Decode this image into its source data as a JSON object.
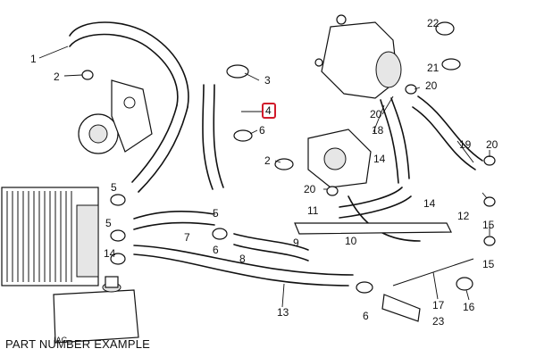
{
  "caption": "PART NUMBER EXAMPLE",
  "small_mark": "IAG",
  "highlight_color": "#d11a2a",
  "highlighted_callout": "4",
  "callouts": [
    {
      "id": "c1",
      "label": "1"
    },
    {
      "id": "c2a",
      "label": "2"
    },
    {
      "id": "c2b",
      "label": "2"
    },
    {
      "id": "c3",
      "label": "3"
    },
    {
      "id": "c4",
      "label": "4"
    },
    {
      "id": "c5a",
      "label": "5"
    },
    {
      "id": "c5b",
      "label": "5"
    },
    {
      "id": "c5c",
      "label": "5"
    },
    {
      "id": "c6a",
      "label": "6"
    },
    {
      "id": "c6b",
      "label": "6"
    },
    {
      "id": "c6c",
      "label": "6"
    },
    {
      "id": "c7",
      "label": "7"
    },
    {
      "id": "c8",
      "label": "8"
    },
    {
      "id": "c9",
      "label": "9"
    },
    {
      "id": "c10",
      "label": "10"
    },
    {
      "id": "c11",
      "label": "11"
    },
    {
      "id": "c12",
      "label": "12"
    },
    {
      "id": "c13",
      "label": "13"
    },
    {
      "id": "c14a",
      "label": "14"
    },
    {
      "id": "c14b",
      "label": "14"
    },
    {
      "id": "c14c",
      "label": "14"
    },
    {
      "id": "c15a",
      "label": "15"
    },
    {
      "id": "c15b",
      "label": "15"
    },
    {
      "id": "c16",
      "label": "16"
    },
    {
      "id": "c17",
      "label": "17"
    },
    {
      "id": "c18",
      "label": "18"
    },
    {
      "id": "c19",
      "label": "19"
    },
    {
      "id": "c20a",
      "label": "20"
    },
    {
      "id": "c20b",
      "label": "20"
    },
    {
      "id": "c20c",
      "label": "20"
    },
    {
      "id": "c20d",
      "label": "20"
    },
    {
      "id": "c21",
      "label": "21"
    },
    {
      "id": "c22",
      "label": "22"
    },
    {
      "id": "c23",
      "label": "23"
    }
  ]
}
